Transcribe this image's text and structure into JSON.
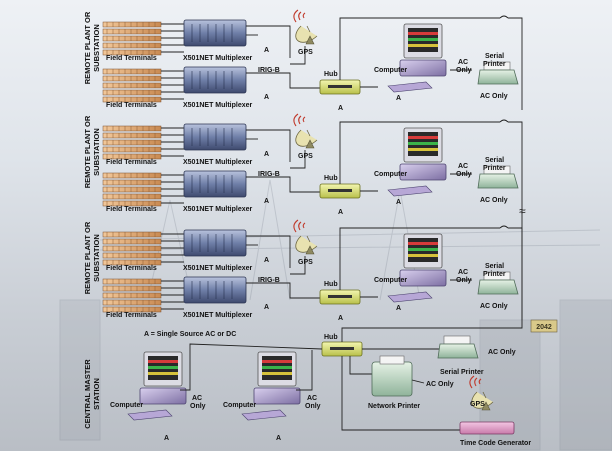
{
  "sections": [
    {
      "label_line1": "REMOTE PLANT OR",
      "label_line2": "SUBSTATION"
    },
    {
      "label_line1": "REMOTE PLANT OR",
      "label_line2": "SUBSTATION"
    },
    {
      "label_line1": "REMOTE PLANT OR",
      "label_line2": "SUBSTATION"
    },
    {
      "label_line1": "CENTRAL MASTER",
      "label_line2": "STATION"
    }
  ],
  "labels": {
    "field_terminals": "Field Terminals",
    "multiplexer": "X501NET Multiplexer",
    "gps": "GPS",
    "irig": "IRIG-B",
    "hub": "Hub",
    "a": "A",
    "computer": "Computer",
    "ac_only": "AC Only",
    "ac_only_l1": "AC",
    "ac_only_l2": "Only",
    "serial_printer_l1": "Serial",
    "serial_printer_l2": "Printer",
    "serial_printer": "Serial Printer",
    "network_printer": "Network Printer",
    "time_code_generator": "Time Code Generator",
    "power_legend": "A = Single Source AC or DC",
    "badge": "2042"
  }
}
